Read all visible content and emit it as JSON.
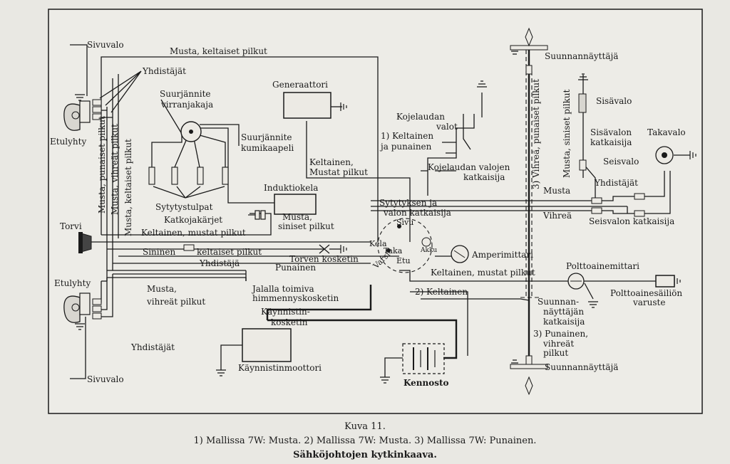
{
  "labels": {
    "sivuvalo_top": "Sivuvalo",
    "musta_keltaiset_top": "Musta, keltaiset pilkut",
    "yhdistajat_top": "Yhdistäjät",
    "suurjannite_jakaja_1": "Suurjännite",
    "suurjannite_jakaja_2": "virranjakaja",
    "generaattori": "Generaattori",
    "kojelaudan_valot_1": "Kojelaudan",
    "kojelaudan_valot_2": "valot",
    "keltainen_punainen_1": "1) Keltainen",
    "keltainen_punainen_2": "ja punainen",
    "suunnannayttaja_top": "Suunnannäyttäjä",
    "sisavalo": "Sisävalo",
    "etulyhty_top": "Etulyhty",
    "vert_musta_punaiset": "Musta, punaiset pilkut",
    "vert_musta_vihreat": "Musta, vihreät pilkut",
    "vert_musta_keltaiset": "Musta, keltaiset pilkut",
    "suurjannite_kaapeli_1": "Suurjännite",
    "suurjannite_kaapeli_2": "kumikaapeli",
    "keltainen_mustat_1": "Keltainen,",
    "keltainen_mustat_2": "Mustat pilkut",
    "kojelaudan_valojen_1": "Kojelaudan valojen",
    "kojelaudan_valojen_2": "katkaisija",
    "vert_vihrea_punaiset": "3) Vihreä, punaiset pilkut",
    "vert_musta_siniset": "Musta, siniset pilkut",
    "sisavalon_katkaisija_1": "Sisävalon",
    "sisavalon_katkaisija_2": "katkaisija",
    "takavalo": "Takavalo",
    "seisvalo": "Seisvalo",
    "yhdistajat_right": "Yhdistäjät",
    "musta_right": "Musta",
    "sytytystulpat": "Sytytystulpat",
    "induktiokela": "Induktiokela",
    "sytytyksen_1": "Sytytyksen ja",
    "sytytyksen_2": "valon katkaisija",
    "katkojakarjet": "Katkojakärjet",
    "musta_siniset_1": "Musta,",
    "musta_siniset_2": "siniset pilkut",
    "vihrea": "Vihreä",
    "seisvalon_katkaisija": "Seisvalon katkaisija",
    "torvi": "Torvi",
    "keltainen_mustat_pilkut": "Keltainen, mustat pilkut",
    "sivu": "Sivu",
    "kela": "Kela",
    "taka": "Taka",
    "akku": "Akku",
    "varsi": "Varsi",
    "etu": "Etu",
    "sininen": "Sininen",
    "keltaiset_pilkut": "keltaiset pilkut",
    "yhdistaja": "Yhdistäjä",
    "torven_kosketin": "Torven kosketin",
    "punainen": "Punainen",
    "amperimittari": "Amperimittari",
    "keltainen_mustat_pilkut_2": "Keltainen, mustat pilkut",
    "polttoainemittari": "Polttoainemittari",
    "etulyhty_bottom": "Etulyhty",
    "musta_vihreat_1": "Musta,",
    "musta_vihreat_2": "vihreät pilkut",
    "jalalla_1": "Jalalla toimiva",
    "jalalla_2": "himmennyskosketin",
    "keltainen_2": "2) Keltainen",
    "polttoainesailion_1": "Polttoainesäiliön",
    "polttoainesailion_2": "varuste",
    "kaynnistin_1": "Käynnistin-",
    "kaynnistin_2": "kosketin",
    "suunnan_1": "Suunnan-",
    "suunnan_2": "näyttäjän",
    "suunnan_3": "katkaisija",
    "punainen_vihreat_1": "3) Punainen,",
    "punainen_vihreat_2": "vihreät",
    "punainen_vihreat_3": "pilkut",
    "yhdistajat_bottom": "Yhdistäjät",
    "suunnannayttaja_bottom": "Suunnannäyttäjä",
    "kaynnistinmoottori": "Käynnistinmoottori",
    "kennosto": "Kennosto",
    "sivuvalo_bottom": "Sivuvalo"
  },
  "caption": {
    "figure": "Kuva 11.",
    "notes": "1) Mallissa 7W: Musta.  2) Mallissa 7W: Musta.  3) Mallissa 7W: Punainen.",
    "title": "Sähköjohtojen kytkinkaava."
  }
}
